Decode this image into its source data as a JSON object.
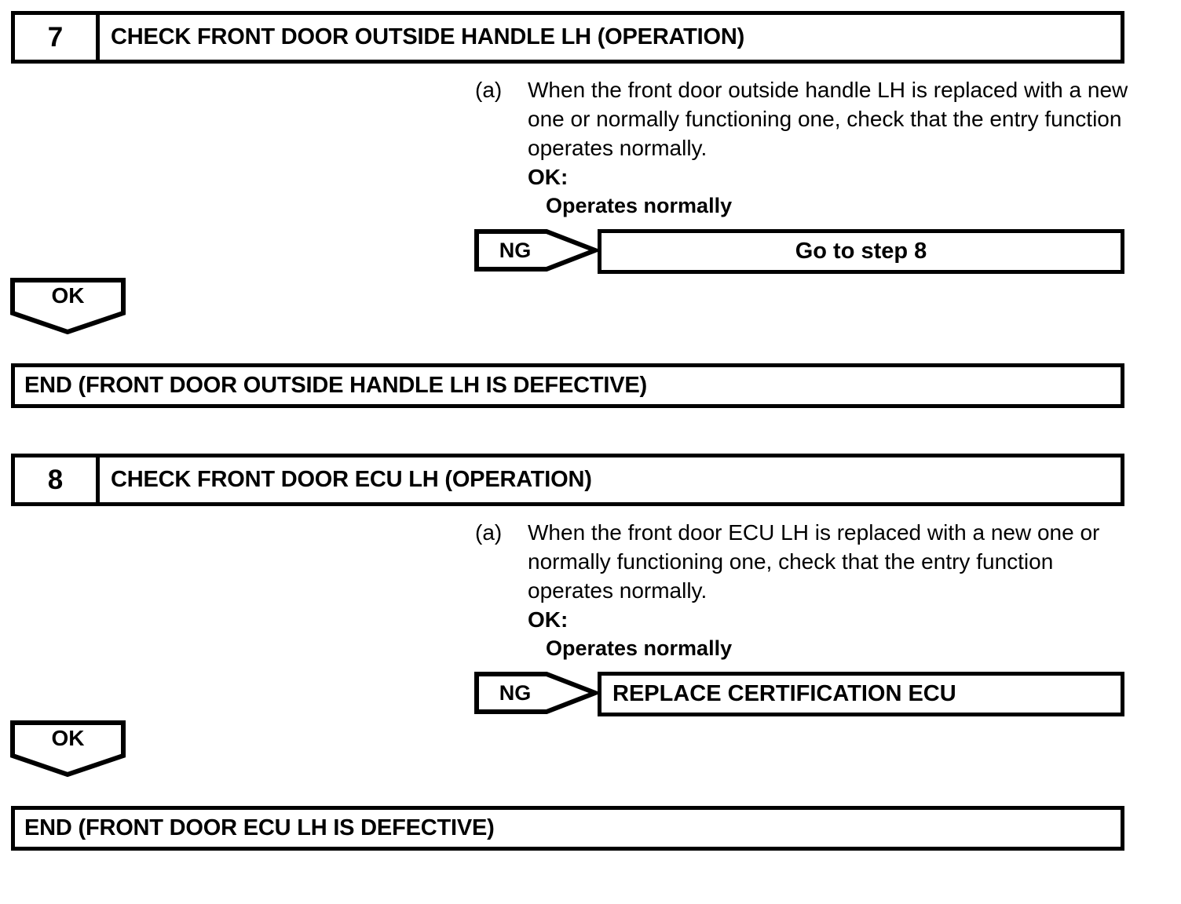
{
  "document": {
    "type": "diagnostic-flowchart",
    "background_color": "#ffffff",
    "line_color": "#000000"
  },
  "steps": [
    {
      "number": "7",
      "title": "CHECK FRONT DOOR OUTSIDE HANDLE LH (OPERATION)",
      "procedure": {
        "marker": "(a)",
        "text": "When the front door outside handle LH is replaced with a new one or normally functioning one, check that the entry function operates normally.",
        "ok_label": "OK:",
        "ok_value": "Operates normally"
      },
      "ng_branch": {
        "tag": "NG",
        "result": "Go to step 8",
        "align": "center"
      },
      "ok_branch": {
        "tag": "OK",
        "result": "END (FRONT DOOR OUTSIDE HANDLE LH IS DEFECTIVE)"
      }
    },
    {
      "number": "8",
      "title": "CHECK FRONT DOOR ECU LH (OPERATION)",
      "procedure": {
        "marker": "(a)",
        "text": "When the front door ECU LH is replaced with a new one or normally functioning one, check that the entry function operates normally.",
        "ok_label": "OK:",
        "ok_value": "Operates normally"
      },
      "ng_branch": {
        "tag": "NG",
        "result": "REPLACE CERTIFICATION ECU",
        "align": "left"
      },
      "ok_branch": {
        "tag": "OK",
        "result": "END (FRONT DOOR ECU LH IS DEFECTIVE)"
      }
    }
  ]
}
